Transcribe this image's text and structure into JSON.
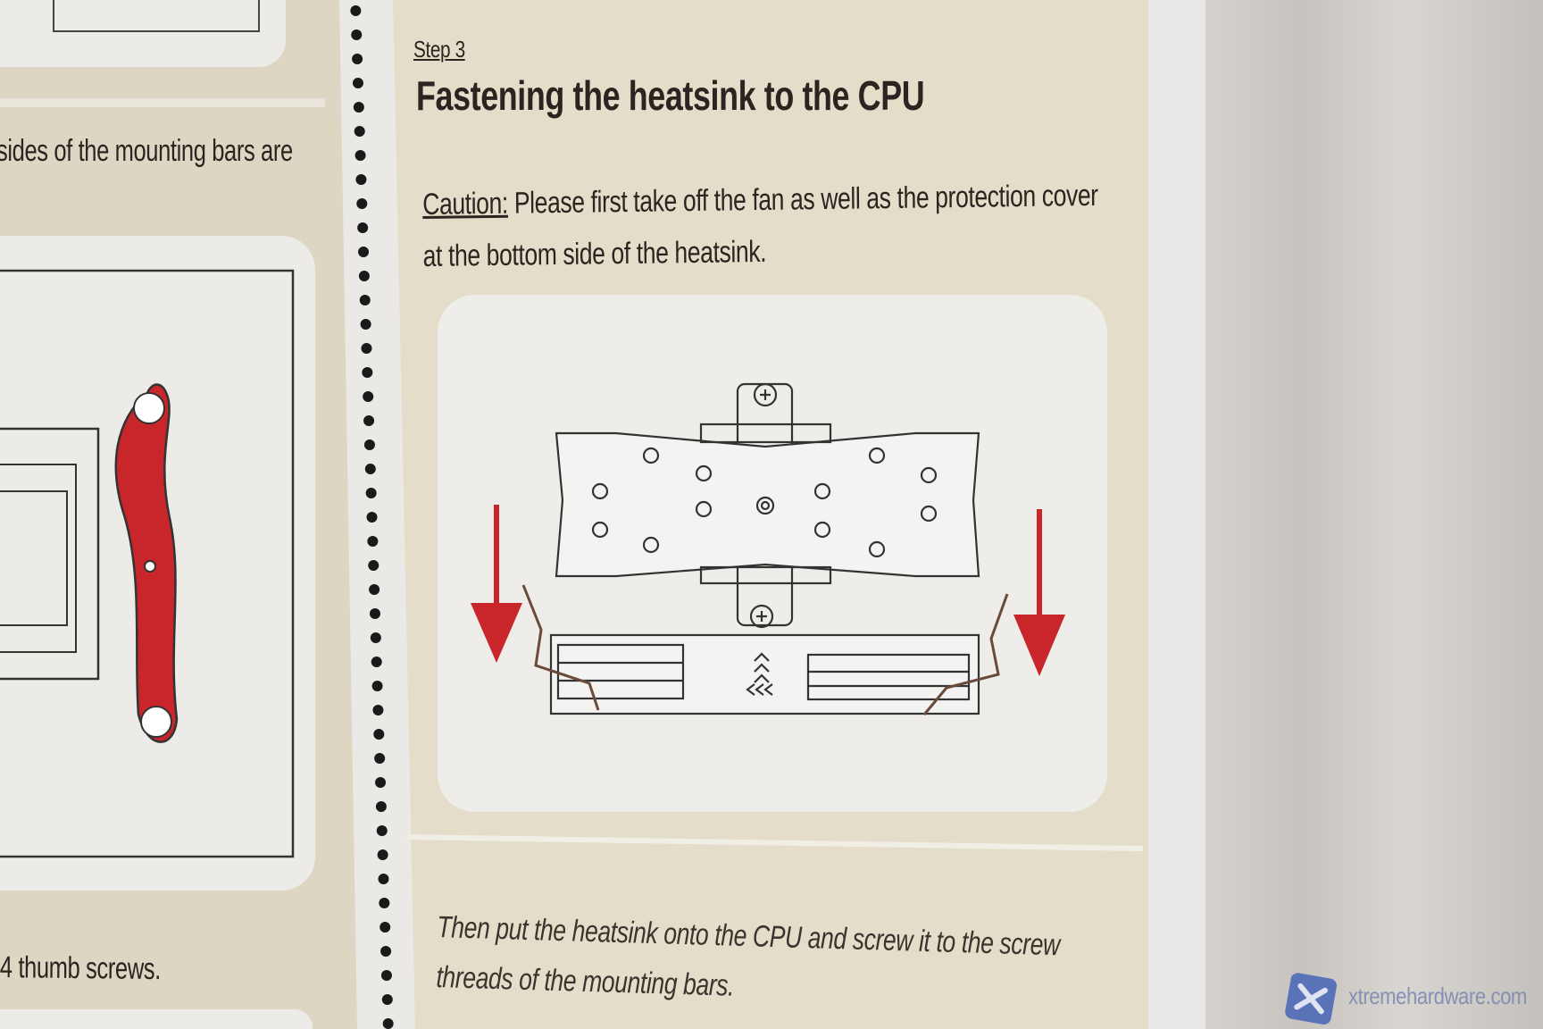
{
  "left_panel": {
    "text_top": "sides of the mounting bars are",
    "text_bottom": "4 thumb screws."
  },
  "right_panel": {
    "step_label": "Step 3",
    "title": "Fastening the heatsink to the CPU",
    "caution_label": "Caution:",
    "caution_line1": "Please first take off the fan as well as the protection cover",
    "caution_line2": "at the bottom side of the heatsink.",
    "instruction_line1": "Then put the heatsink onto the CPU and screw it to the screw",
    "instruction_line2": "threads of the mounting bars."
  },
  "watermark": {
    "text": "xtremehardware.com",
    "icon": "x-logo-icon"
  },
  "colors": {
    "paper": "#e4ddc9",
    "panel": "#eeede9",
    "arrow_red": "#c8262a",
    "ink": "#2b2420"
  }
}
